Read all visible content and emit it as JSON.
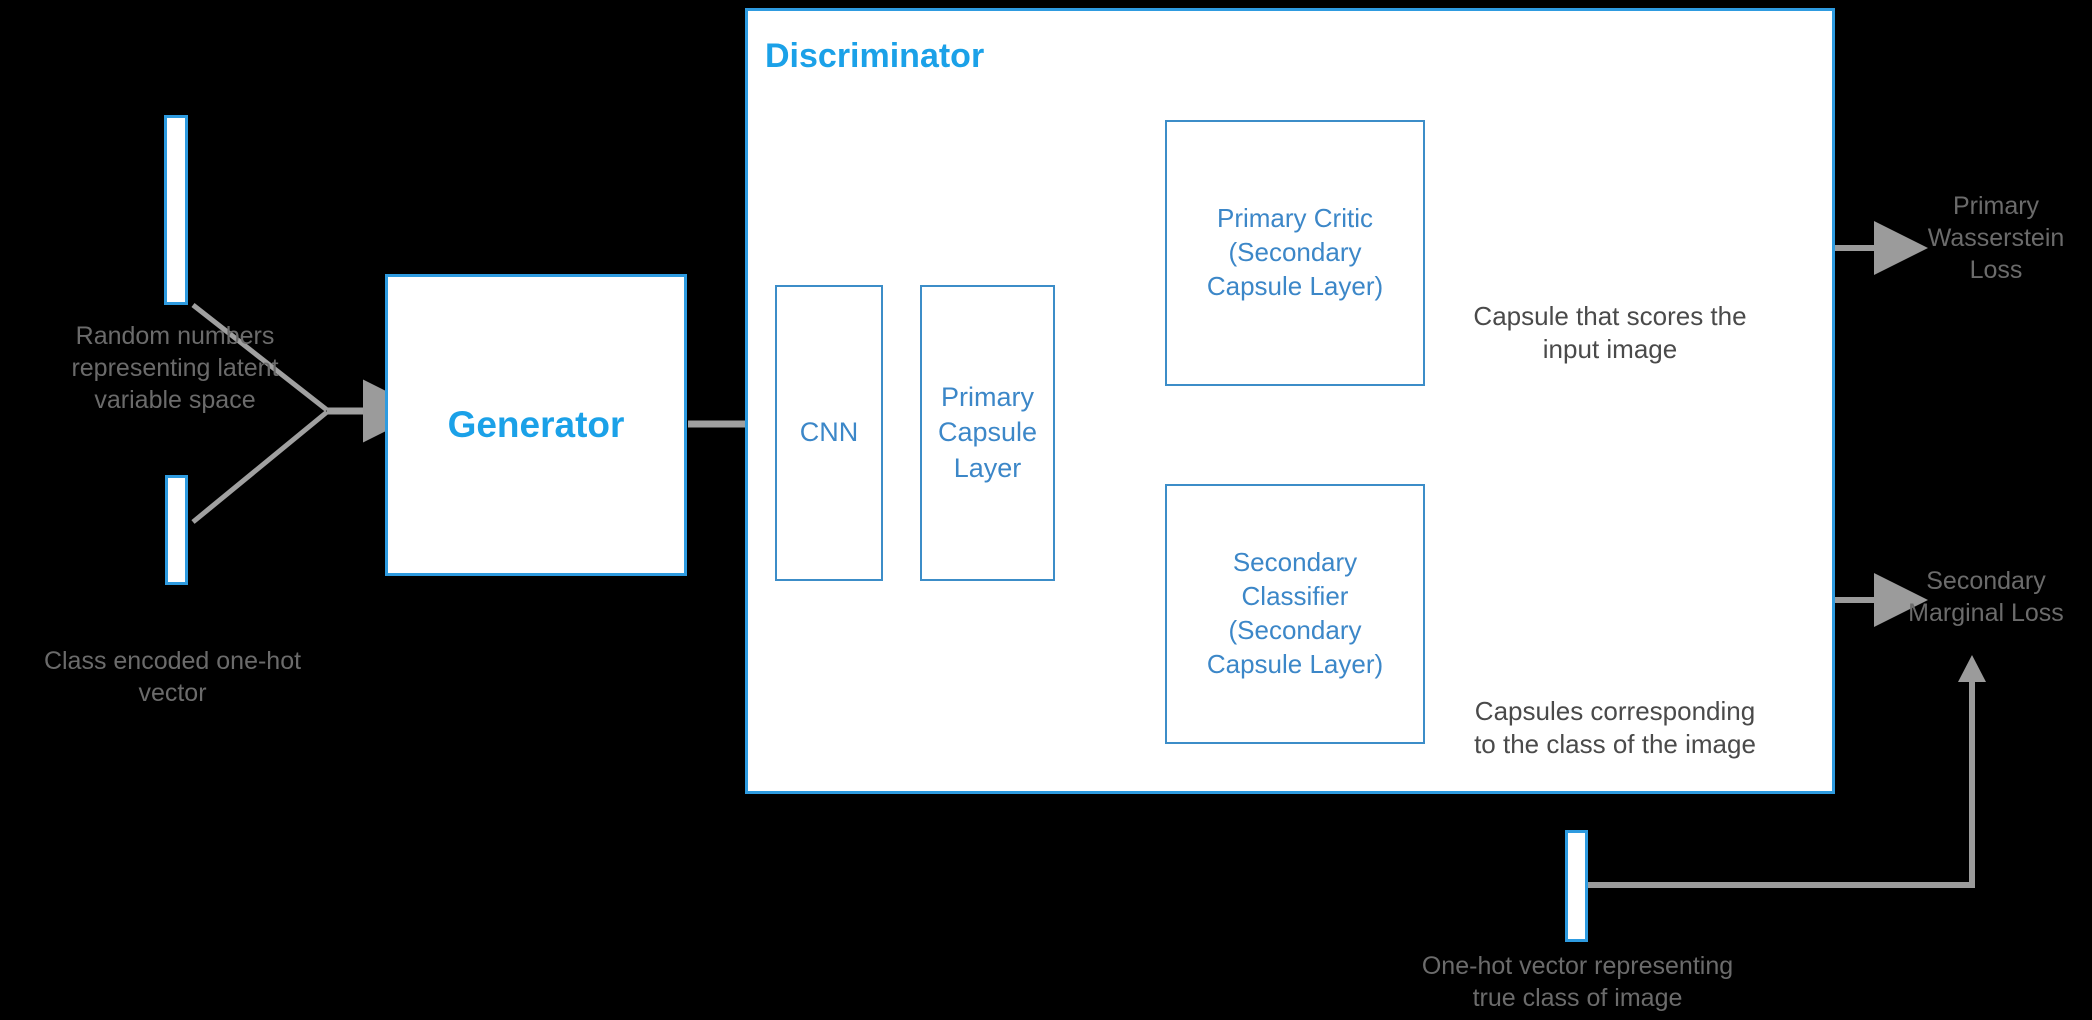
{
  "diagram": {
    "title": "CapsuleGAN architecture block diagram",
    "background_color": "#000000",
    "accent_blue": "#2E9BE0",
    "inner_blue": "#3C87C8",
    "gray_arrow": "#9B9B9B",
    "gray_text": "#6B6B6B"
  },
  "inputs": {
    "latent_vector_caption": "Random numbers\nrepresenting latent\nvariable space",
    "onehot_vector_caption": "Class encoded one-hot\nvector"
  },
  "generator": {
    "label": "Generator"
  },
  "discriminator": {
    "title": "Discriminator",
    "cnn_label": "CNN",
    "primary_capsule_label": "Primary\nCapsule\nLayer",
    "primary_critic_label": "Primary Critic\n(Secondary\nCapsule Layer)",
    "secondary_classifier_label": "Secondary\nClassifier\n(Secondary\nCapsule Layer)",
    "capsule_score_caption": "Capsule that scores the\ninput image",
    "capsules_class_caption": "Capsules corresponding\nto the class of the image"
  },
  "losses": {
    "primary_loss": "Primary\nWasserstein\nLoss",
    "secondary_loss": "Secondary\nMarginal Loss"
  },
  "bottom": {
    "true_class_caption": "One-hot vector representing\ntrue class of image"
  },
  "icons": {
    "latent_vector": "vertical-bar-vector-icon",
    "onehot_vector": "vertical-bar-vector-icon",
    "capsule_bar": "capsule-3d-bar-icon",
    "capsule_slab": "capsule-3d-slab-icon",
    "hollow_arrow": "hollow-block-arrow-icon",
    "solid_arrow": "solid-arrow-icon"
  }
}
